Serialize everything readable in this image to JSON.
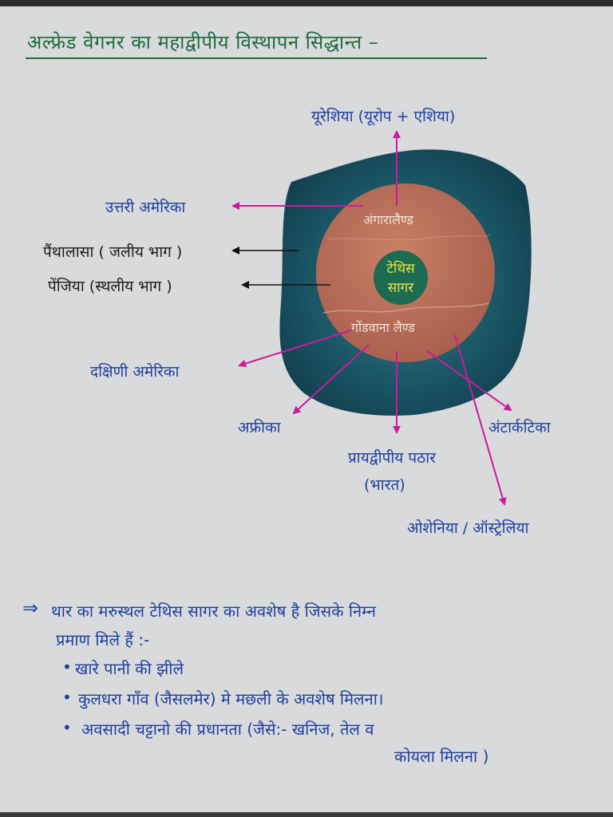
{
  "title": "अल्फ्रेड वेगनर का महाद्वीपीय विस्थापन सिद्धान्त –",
  "diagram": {
    "outer_label_top": "यूरेशिया (यूरोप + एशिया)",
    "north_america": "उत्तरी अमेरिका",
    "panthalassa": "पैंथालासा ( जलीय भाग )",
    "pangaea": "पेंजिया (स्थलीय भाग )",
    "south_america": "दक्षिणी अमेरिका",
    "africa": "अफ्रीका",
    "peninsular_plateau": "प्रायद्वीपीय पठार",
    "india": "(भारत)",
    "antarctica": "अंटार्कटिका",
    "oceania": "ओशेनिया / ऑस्ट्रेलिया",
    "angaraland": "अंगारालैण्ड",
    "tethys_line1": "टेथिस",
    "tethys_line2": "सागर",
    "gondwanaland": "गोंडवाना लैण्ड",
    "colors": {
      "ocean": "#164f5c",
      "land": "#b86a55",
      "tethys": "#1d6b52",
      "arrow_magenta": "#c81c9c",
      "arrow_black": "#111111"
    }
  },
  "notes": {
    "arrow_symbol": "⇒",
    "line1": "थार का मरुस्थल टेथिस सागर का अवशेष है जिसके निम्न",
    "line2": "प्रमाण मिले हैं :-",
    "bullets": [
      "खारे पानी की झीले",
      "कुलधरा गाँव (जैसलमेर) मे मछली के अवशेष मिलना।",
      "अवसादी चट्टानो की प्रधानता (जैसे:- खनिज, तेल व"
    ],
    "bullet3_cont": "कोयला मिलना )"
  }
}
